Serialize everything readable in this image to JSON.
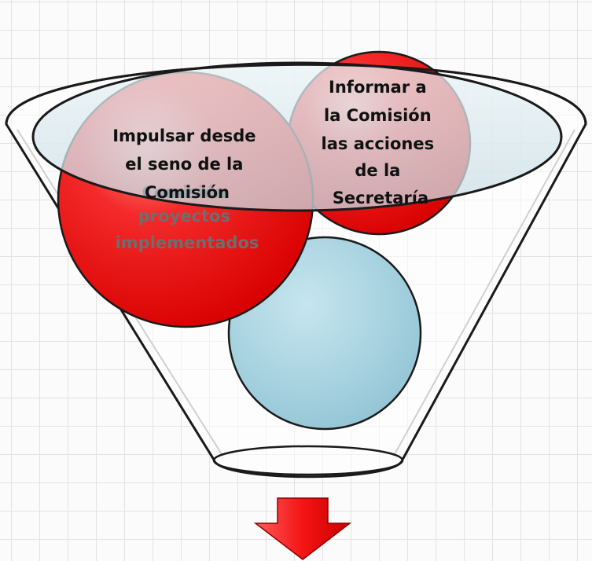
{
  "diagram": {
    "circles": [
      {
        "id": "impulsar",
        "lines": [
          "Impulsar desde",
          "el seno de la",
          "Comisión",
          "proyectos",
          "implementados"
        ]
      },
      {
        "id": "informar",
        "lines": [
          "Informar a",
          "la Comisión",
          "las acciones",
          "de la",
          "Secretaría"
        ]
      },
      {
        "id": "blue",
        "lines": []
      }
    ],
    "colors": {
      "funnel_fill": "#ffffff",
      "funnel_rim": "#cfe3ea",
      "funnel_stroke": "#1a1a1a",
      "red_circle": "#ee1111",
      "red_circle_highlight": "#ff9a9a",
      "blue_circle": "#a8d3e0",
      "text_dark": "#111111",
      "text_washed": "#7f7f7f",
      "arrow": "#ef1c1c"
    }
  }
}
